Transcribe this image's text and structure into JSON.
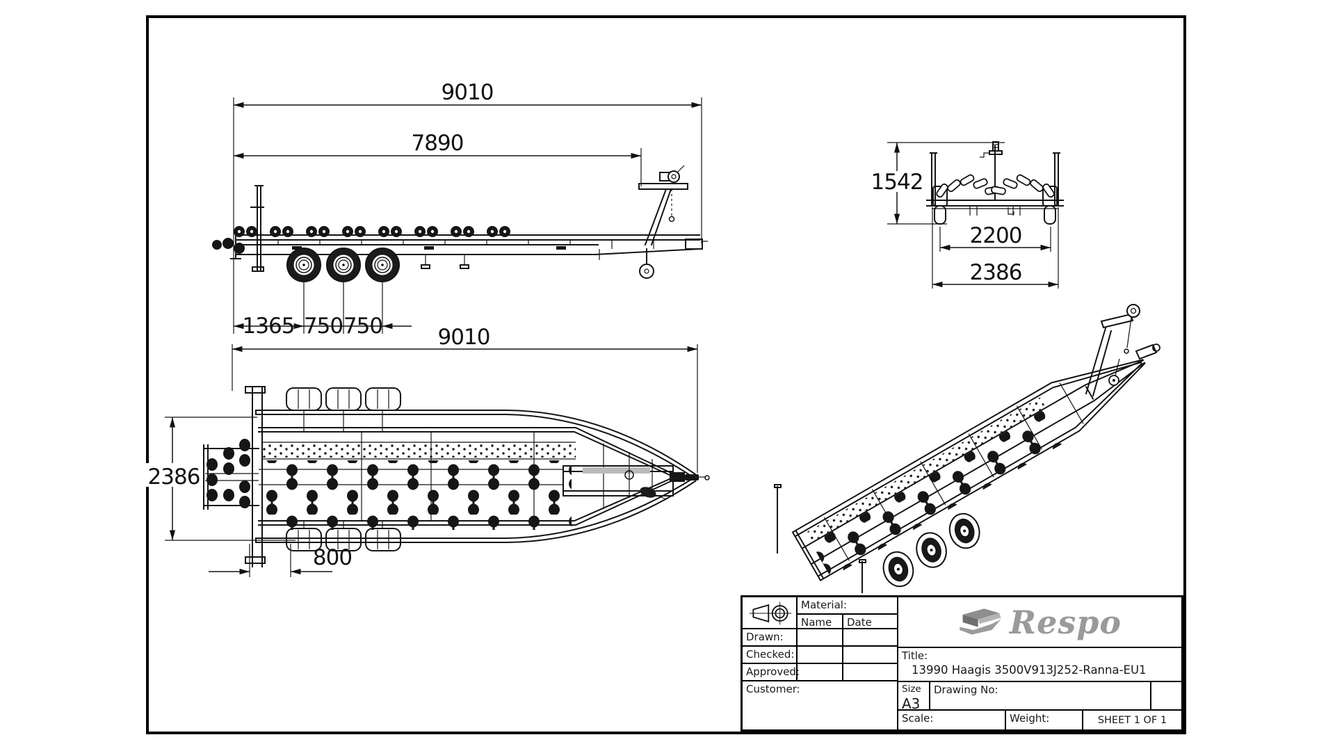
{
  "sheet": {
    "background": "#ffffff",
    "frame_color": "#000000",
    "line_color": "#141414"
  },
  "views": {
    "side_view": {
      "dims": {
        "overall_length": "9010",
        "frame_length": "7890",
        "rear_to_axle": "1365",
        "axle_spacing_1": "750",
        "axle_spacing_2": "750"
      }
    },
    "front_view": {
      "dims": {
        "overall_height": "1542",
        "inner_width": "2200",
        "overall_width": "2386"
      }
    },
    "top_view": {
      "dims": {
        "overall_length": "9010",
        "overall_width": "2386",
        "rear_overhang": "800"
      }
    }
  },
  "title_block": {
    "material_label": "Material:",
    "name_label": "Name",
    "date_label": "Date",
    "drawn_label": "Drawn:",
    "checked_label": "Checked:",
    "approved_label": "Approved:",
    "customer_label": "Customer:",
    "title_label": "Title:",
    "title_value": "13990 Haagis 3500V913J252-Ranna-EU1",
    "size_label": "Size",
    "size_value": "A3",
    "drawing_no_label": "Drawing No:",
    "scale_label": "Scale:",
    "weight_label": "Weight:",
    "sheet_label": "SHEET 1 OF 1",
    "logo_text": "Respo",
    "logo_color": "#9a9a9a"
  }
}
